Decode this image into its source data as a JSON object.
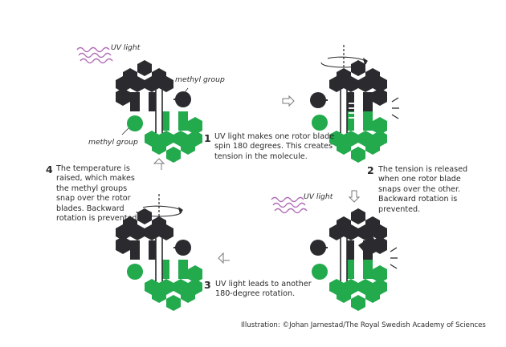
{
  "labels": {
    "uv_light": "UV light",
    "methyl_group": "methyl group"
  },
  "steps": [
    {
      "number": "1",
      "text": "UV light makes one rotor blade spin 180 degrees. This creates tension in the molecule."
    },
    {
      "number": "2",
      "text": "The tension is released when one rotor blade snaps over the other. Backward rotation is prevented."
    },
    {
      "number": "3",
      "text": "UV light leads to another 180-degree rotation."
    },
    {
      "number": "4",
      "text": "The temperature is raised, which makes the methyl groups snap over the rotor blades. Backward rotation is prevented."
    }
  ],
  "credit": "Illustration: ©Johan Jarnestad/The Royal Swedish Academy of Sciences",
  "colors": {
    "dark_blade": "#2b2b2f",
    "green_blade": "#22aa4d",
    "uv_wave": "#b06bb5",
    "arrow": "#7a7a7a"
  }
}
